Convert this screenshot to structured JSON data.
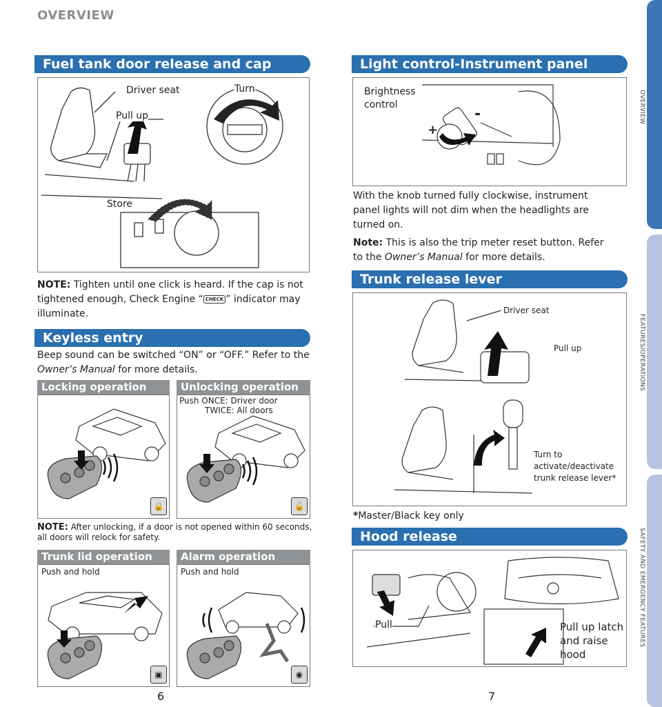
{
  "page": {
    "title": "OVERVIEW",
    "page_left": "6",
    "page_right": "7"
  },
  "tabs": [
    "OVERVIEW",
    "FEATURES/OPERATIONS",
    "SAFETY AND EMERGENCY FEATURES"
  ],
  "colors": {
    "header_blue": "#2a6fb0",
    "subheader_gray": "#8f9396",
    "tab_active": "#3d75b5",
    "tab_inactive": "#b7c3e0"
  },
  "fuel": {
    "header": "Fuel tank door release and cap",
    "labels": {
      "driver_seat": "Driver seat",
      "turn": "Turn",
      "pull_up": "Pull up",
      "store": "Store"
    },
    "note_label": "NOTE:",
    "note_text_1": "Tighten until one click is heard. If the cap is not tightened enough, Check Engine “",
    "note_icon_text": "CHECK",
    "note_text_2": "” indicator may illuminate."
  },
  "keyless": {
    "header": "Keyless entry",
    "intro_1": "Beep sound can be switched “ON” or “OFF.” Refer to the ",
    "intro_manual": "Owner’s Manual",
    "intro_2": " for more details.",
    "locking": {
      "title": "Locking operation"
    },
    "unlocking": {
      "title": "Unlocking operation",
      "line1": "Push ONCE: Driver door",
      "line2": "TWICE: All doors"
    },
    "note_label": "NOTE:",
    "note_text": "After unlocking, if a door is not opened within 60 seconds, all doors will relock for safety.",
    "trunk_lid": {
      "title": "Trunk lid operation",
      "text": "Push and hold"
    },
    "alarm": {
      "title": "Alarm operation",
      "text": "Push and hold"
    }
  },
  "light": {
    "header": "Light control-Instrument panel",
    "labels": {
      "brightness": "Brightness",
      "control": "control",
      "minus": "-",
      "plus": "+"
    },
    "text": "With the knob turned fully clockwise, instrument panel lights will not dim when the headlights are turned on.",
    "note_label": "Note:",
    "note_1": "This is also the trip meter reset button. Refer to the ",
    "note_manual": "Owner’s Manual",
    "note_2": " for more details."
  },
  "trunk": {
    "header": "Trunk release lever",
    "labels": {
      "driver_seat": "Driver seat",
      "pull_up": "Pull up",
      "turn1": "Turn to",
      "turn2": "activate/deactivate",
      "turn3": "trunk release lever*"
    },
    "footnote_star": "*",
    "footnote": "Master/Black key only"
  },
  "hood": {
    "header": "Hood release",
    "labels": {
      "pull": "Pull",
      "latch1": "Pull up latch",
      "latch2": "and raise",
      "latch3": "hood"
    }
  }
}
